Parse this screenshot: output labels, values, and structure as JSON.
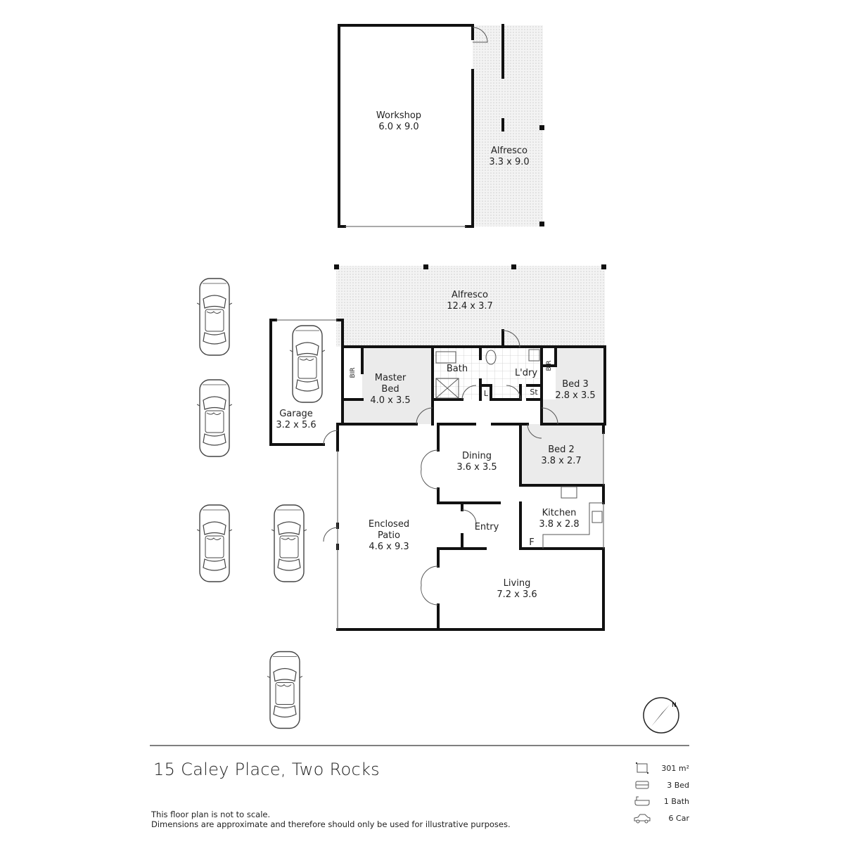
{
  "rooms": {
    "workshop": {
      "name": "Workshop",
      "size": "6.0 x 9.0"
    },
    "alfresco_top": {
      "name": "Alfresco",
      "size": "3.3 x 9.0"
    },
    "alfresco_main": {
      "name": "Alfresco",
      "size": "12.4 x 3.7"
    },
    "garage": {
      "name": "Garage",
      "size": "3.2 x 5.6"
    },
    "master_bed": {
      "name_line1": "Master",
      "name_line2": "Bed",
      "size": "4.0 x 3.5"
    },
    "bath": {
      "name": "Bath"
    },
    "laundry": {
      "name": "L'dry"
    },
    "linen": {
      "name": "L"
    },
    "store": {
      "name": "St"
    },
    "bir_master": {
      "name": "BIR"
    },
    "bir_bed3": {
      "name": "BIR"
    },
    "bed3": {
      "name": "Bed 3",
      "size": "2.8 x 3.5"
    },
    "bed2": {
      "name": "Bed 2",
      "size": "3.8 x 2.7"
    },
    "dining": {
      "name": "Dining",
      "size": "3.6 x 3.5"
    },
    "kitchen": {
      "name": "Kitchen",
      "size": "3.8 x 2.8"
    },
    "fridge": {
      "name": "F"
    },
    "entry": {
      "name": "Entry"
    },
    "enclosed_patio": {
      "name_line1": "Enclosed",
      "name_line2": "Patio",
      "size": "4.6 x 9.3"
    },
    "living": {
      "name": "Living",
      "size": "7.2 x 3.6"
    }
  },
  "compass": {
    "label": "N"
  },
  "property": {
    "address": "15 Caley Place, Two Rocks"
  },
  "disclaimer": {
    "line1": "This floor plan is not to scale.",
    "line2": "Dimensions are approximate and therefore should only be used for illustrative purposes."
  },
  "legend": [
    {
      "icon": "area-icon",
      "value": "301 m²"
    },
    {
      "icon": "bed-icon",
      "value": "3 Bed"
    },
    {
      "icon": "bath-icon",
      "value": "1 Bath"
    },
    {
      "icon": "car-icon",
      "value": "6 Car"
    }
  ],
  "colors": {
    "bedroom_fill": "#ebebeb",
    "wall": "#111111",
    "alfresco_fill": "#f1f1f1"
  }
}
